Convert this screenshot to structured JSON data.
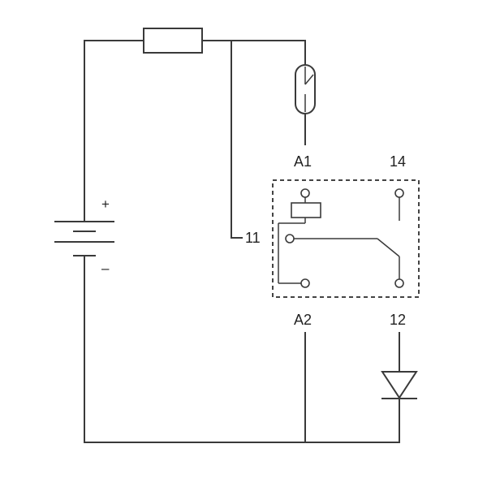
{
  "labels": {
    "a1": "A1",
    "a2": "A2",
    "t14": "14",
    "t12": "12",
    "t11": "11",
    "plus": "+",
    "minus": "–"
  }
}
